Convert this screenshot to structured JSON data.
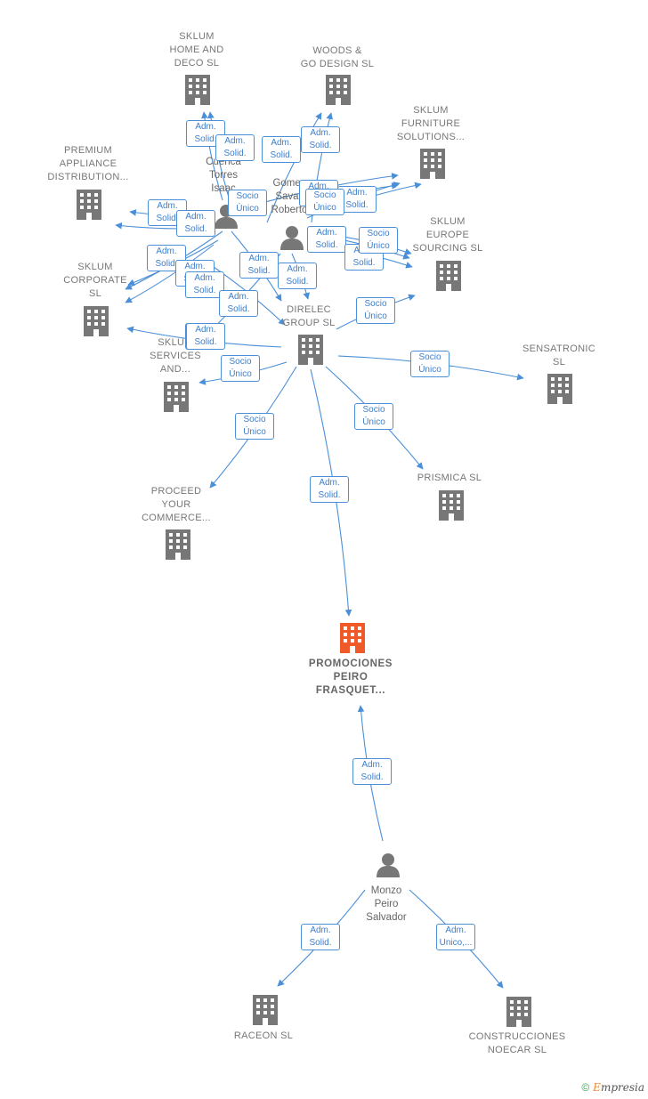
{
  "colors": {
    "edge": "#4a8fd8",
    "building": "#777777",
    "focus_building": "#f05a28",
    "person": "#777777",
    "label": "#777777"
  },
  "nodes": [
    {
      "id": "promociones",
      "kind": "company",
      "icon": "building-icon",
      "focus": true,
      "lines": [
        "PROMOCIONES",
        "PEIRO",
        "FRASQUET..."
      ]
    },
    {
      "id": "direlec",
      "kind": "company",
      "icon": "building-icon",
      "lines": [
        "DIRELEC",
        "GROUP  SL"
      ]
    },
    {
      "id": "monzo",
      "kind": "person",
      "icon": "person-icon",
      "lines": [
        "Monzo",
        "Peiro",
        "Salvador"
      ]
    },
    {
      "id": "raceon",
      "kind": "company",
      "icon": "building-icon",
      "lines": [
        "RACEON  SL"
      ]
    },
    {
      "id": "noecar",
      "kind": "company",
      "icon": "building-icon",
      "lines": [
        "CONSTRUCCIONES",
        "NOECAR  SL"
      ]
    },
    {
      "id": "sklum_home",
      "kind": "company",
      "icon": "building-icon",
      "lines": [
        "SKLUM",
        "HOME AND",
        "DECO  SL"
      ]
    },
    {
      "id": "woods",
      "kind": "company",
      "icon": "building-icon",
      "lines": [
        "WOODS &",
        "GO DESIGN  SL"
      ]
    },
    {
      "id": "sklum_furniture",
      "kind": "company",
      "icon": "building-icon",
      "lines": [
        "SKLUM",
        "FURNITURE",
        "SOLUTIONS..."
      ]
    },
    {
      "id": "premium",
      "kind": "company",
      "icon": "building-icon",
      "lines": [
        "PREMIUM",
        "APPLIANCE",
        "DISTRIBUTION..."
      ]
    },
    {
      "id": "sklum_europe",
      "kind": "company",
      "icon": "building-icon",
      "lines": [
        "SKLUM",
        "EUROPE",
        "SOURCING  SL"
      ]
    },
    {
      "id": "sklum_corporate",
      "kind": "company",
      "icon": "building-icon",
      "lines": [
        "SKLUM",
        "CORPORATE",
        "SL"
      ]
    },
    {
      "id": "sklum_services",
      "kind": "company",
      "icon": "building-icon",
      "lines": [
        "SKLUM",
        "SERVICES",
        "AND..."
      ]
    },
    {
      "id": "sensatronic",
      "kind": "company",
      "icon": "building-icon",
      "lines": [
        "SENSATRONIC",
        "SL"
      ]
    },
    {
      "id": "prismica",
      "kind": "company",
      "icon": "building-icon",
      "lines": [
        "PRISMICA  SL"
      ]
    },
    {
      "id": "proceed",
      "kind": "company",
      "icon": "building-icon",
      "lines": [
        "PROCEED",
        "YOUR",
        "COMMERCE..."
      ]
    },
    {
      "id": "cuenca",
      "kind": "person",
      "icon": "person-icon",
      "lines": [
        "Cuenca",
        "Torres",
        "Isaac"
      ]
    },
    {
      "id": "gomez",
      "kind": "person",
      "icon": "person-icon",
      "lines": [
        "Gomez",
        "Savall",
        "Roberto"
      ]
    }
  ],
  "edges": [
    {
      "id": "direlec-promociones",
      "lines": [
        "Adm.",
        "Solid."
      ]
    },
    {
      "id": "monzo-promociones",
      "lines": [
        "Adm.",
        "Solid."
      ]
    },
    {
      "id": "monzo-raceon",
      "lines": [
        "Adm.",
        "Solid."
      ]
    },
    {
      "id": "monzo-noecar",
      "lines": [
        "Adm.",
        "Unico,..."
      ]
    },
    {
      "id": "direlec-proceed",
      "lines": [
        "Socio",
        "Único"
      ]
    },
    {
      "id": "direlec-prismica",
      "lines": [
        "Socio",
        "Único"
      ]
    },
    {
      "id": "direlec-sensatronic",
      "lines": [
        "Socio",
        "Único"
      ]
    },
    {
      "id": "direlec-sklum_europe",
      "lines": [
        "Socio",
        "Único"
      ]
    },
    {
      "id": "direlec-sklum_services",
      "lines": [
        "Socio",
        "Único"
      ]
    },
    {
      "id": "direlec-sklum_corporate",
      "lines": [
        "Socio",
        "Único"
      ]
    },
    {
      "id": "cuenca-sklum_home-a",
      "lines": [
        "Adm.",
        "Solid."
      ]
    },
    {
      "id": "cuenca-sklum_home-b",
      "lines": [
        "Adm.",
        "Solid."
      ]
    },
    {
      "id": "gomez-woods-a",
      "lines": [
        "Adm.",
        "Solid."
      ]
    },
    {
      "id": "gomez-woods-b",
      "lines": [
        "Adm.",
        "Solid."
      ]
    },
    {
      "id": "cuenca-sklum_furniture",
      "lines": [
        "Socio",
        "Único"
      ]
    },
    {
      "id": "gomez-sklum_furniture-a",
      "lines": [
        "Adm.",
        "Solid."
      ]
    },
    {
      "id": "gomez-sklum_furniture-b",
      "lines": [
        "Adm.",
        "Solid."
      ]
    },
    {
      "id": "gomez-sklum_furniture-c",
      "lines": [
        "Socio",
        "Único"
      ]
    },
    {
      "id": "cuenca-premium-a",
      "lines": [
        "Adm.",
        "Solid."
      ]
    },
    {
      "id": "cuenca-premium-b",
      "lines": [
        "Adm.",
        "Solid."
      ]
    },
    {
      "id": "gomez-sklum_europe-a",
      "lines": [
        "Adm.",
        "Solid."
      ]
    },
    {
      "id": "gomez-sklum_europe-b",
      "lines": [
        "Adm.",
        "Solid."
      ]
    },
    {
      "id": "gomez-sklum_europe-c",
      "lines": [
        "Socio",
        "Único"
      ]
    },
    {
      "id": "cuenca-sklum_corporate-a",
      "lines": [
        "Adm.",
        "Solid."
      ]
    },
    {
      "id": "cuenca-sklum_corporate-b",
      "lines": [
        "Adm.",
        "Solid."
      ]
    },
    {
      "id": "cuenca-sklum_corporate-c",
      "lines": [
        "Adm.",
        "Solid."
      ]
    },
    {
      "id": "gomez-sklum_services-a",
      "lines": [
        "Adm.",
        "Solid."
      ]
    },
    {
      "id": "gomez-direlec-a",
      "lines": [
        "Adm.",
        "Solid."
      ]
    },
    {
      "id": "gomez-direlec-b",
      "lines": [
        "Adm.",
        "Solid."
      ]
    },
    {
      "id": "cuenca-direlec",
      "lines": [
        "Adm.",
        "Solid."
      ]
    }
  ],
  "watermark": {
    "copyright": "©",
    "brand_first": "E",
    "brand_rest": "mpresia"
  }
}
